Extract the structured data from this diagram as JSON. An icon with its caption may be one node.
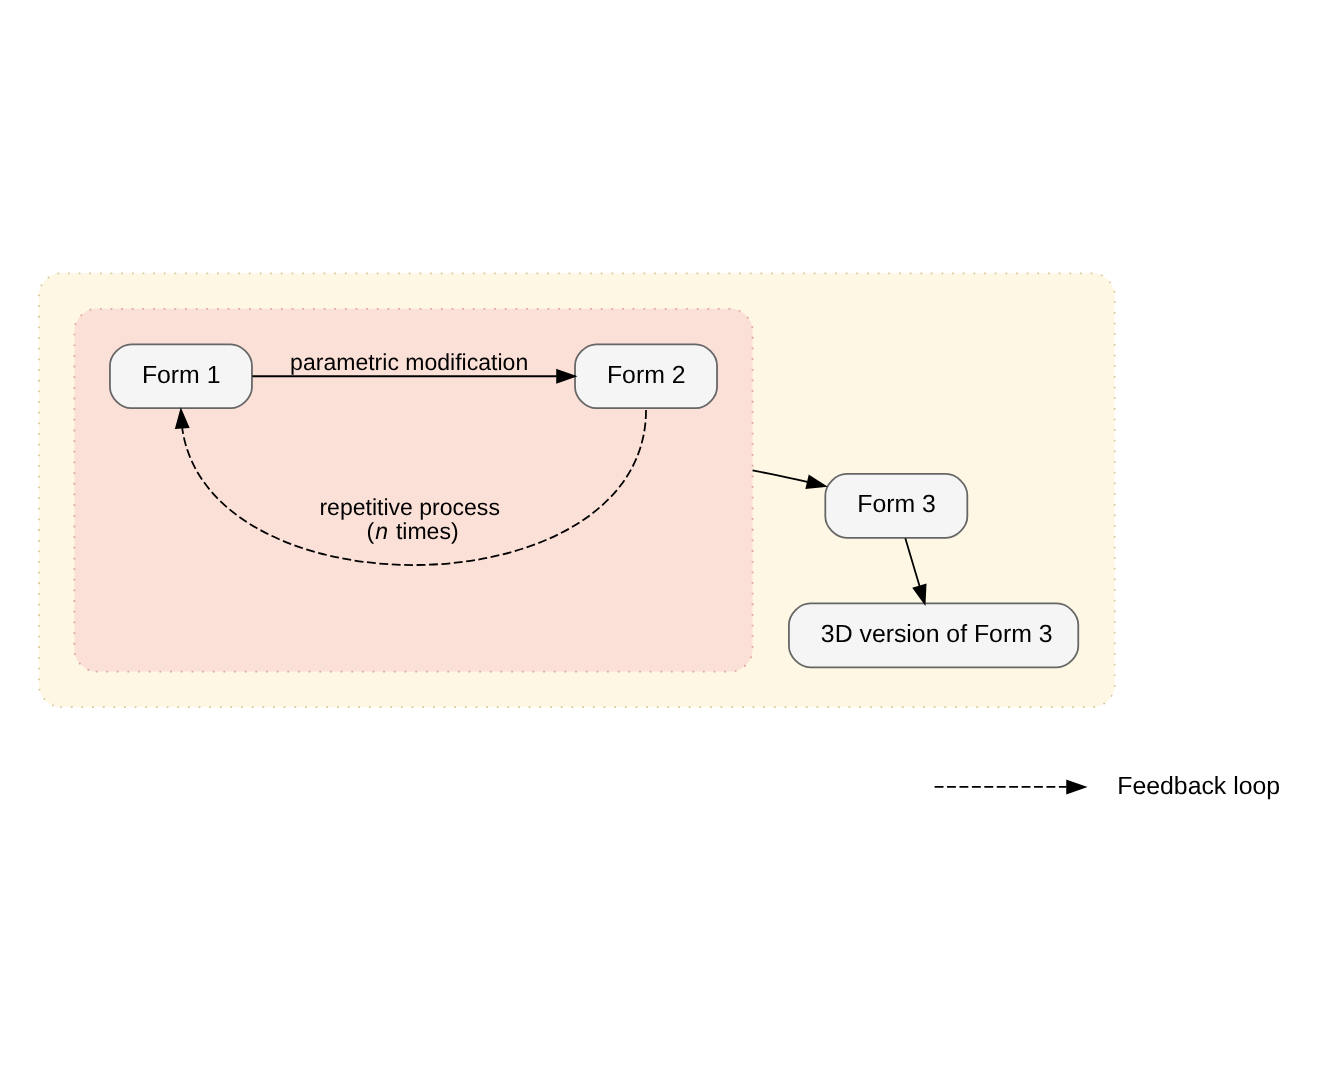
{
  "diagram": {
    "nodes": [
      {
        "text": [],
        "shape": "box"
      },
      {
        "text": [],
        "shape": "box",
        "in": 0
      },
      {
        "text": [
          "Form 1"
        ],
        "in": 1
      },
      {
        "text": [
          "Form 2"
        ],
        "in": 1
      },
      {
        "text": [
          "Form 3"
        ],
        "in": 0
      },
      {
        "text": [
          "3D version of Form 3"
        ],
        "in": 0
      }
    ],
    "edges": [
      {
        "from": 2,
        "to": 3,
        "arrow": "to",
        "label": "parametric modification"
      },
      {
        "from": 3,
        "to": 2,
        "arrow": "to",
        "style": "dashed",
        "label": "repetitive process (*n* times)"
      },
      {
        "from": 1,
        "to": 4,
        "arrow": "to"
      },
      {
        "from": 4,
        "to": 5,
        "arrow": "to"
      }
    ],
    "legend": [
      {
        "text": "Feedback loop"
      }
    ]
  }
}
